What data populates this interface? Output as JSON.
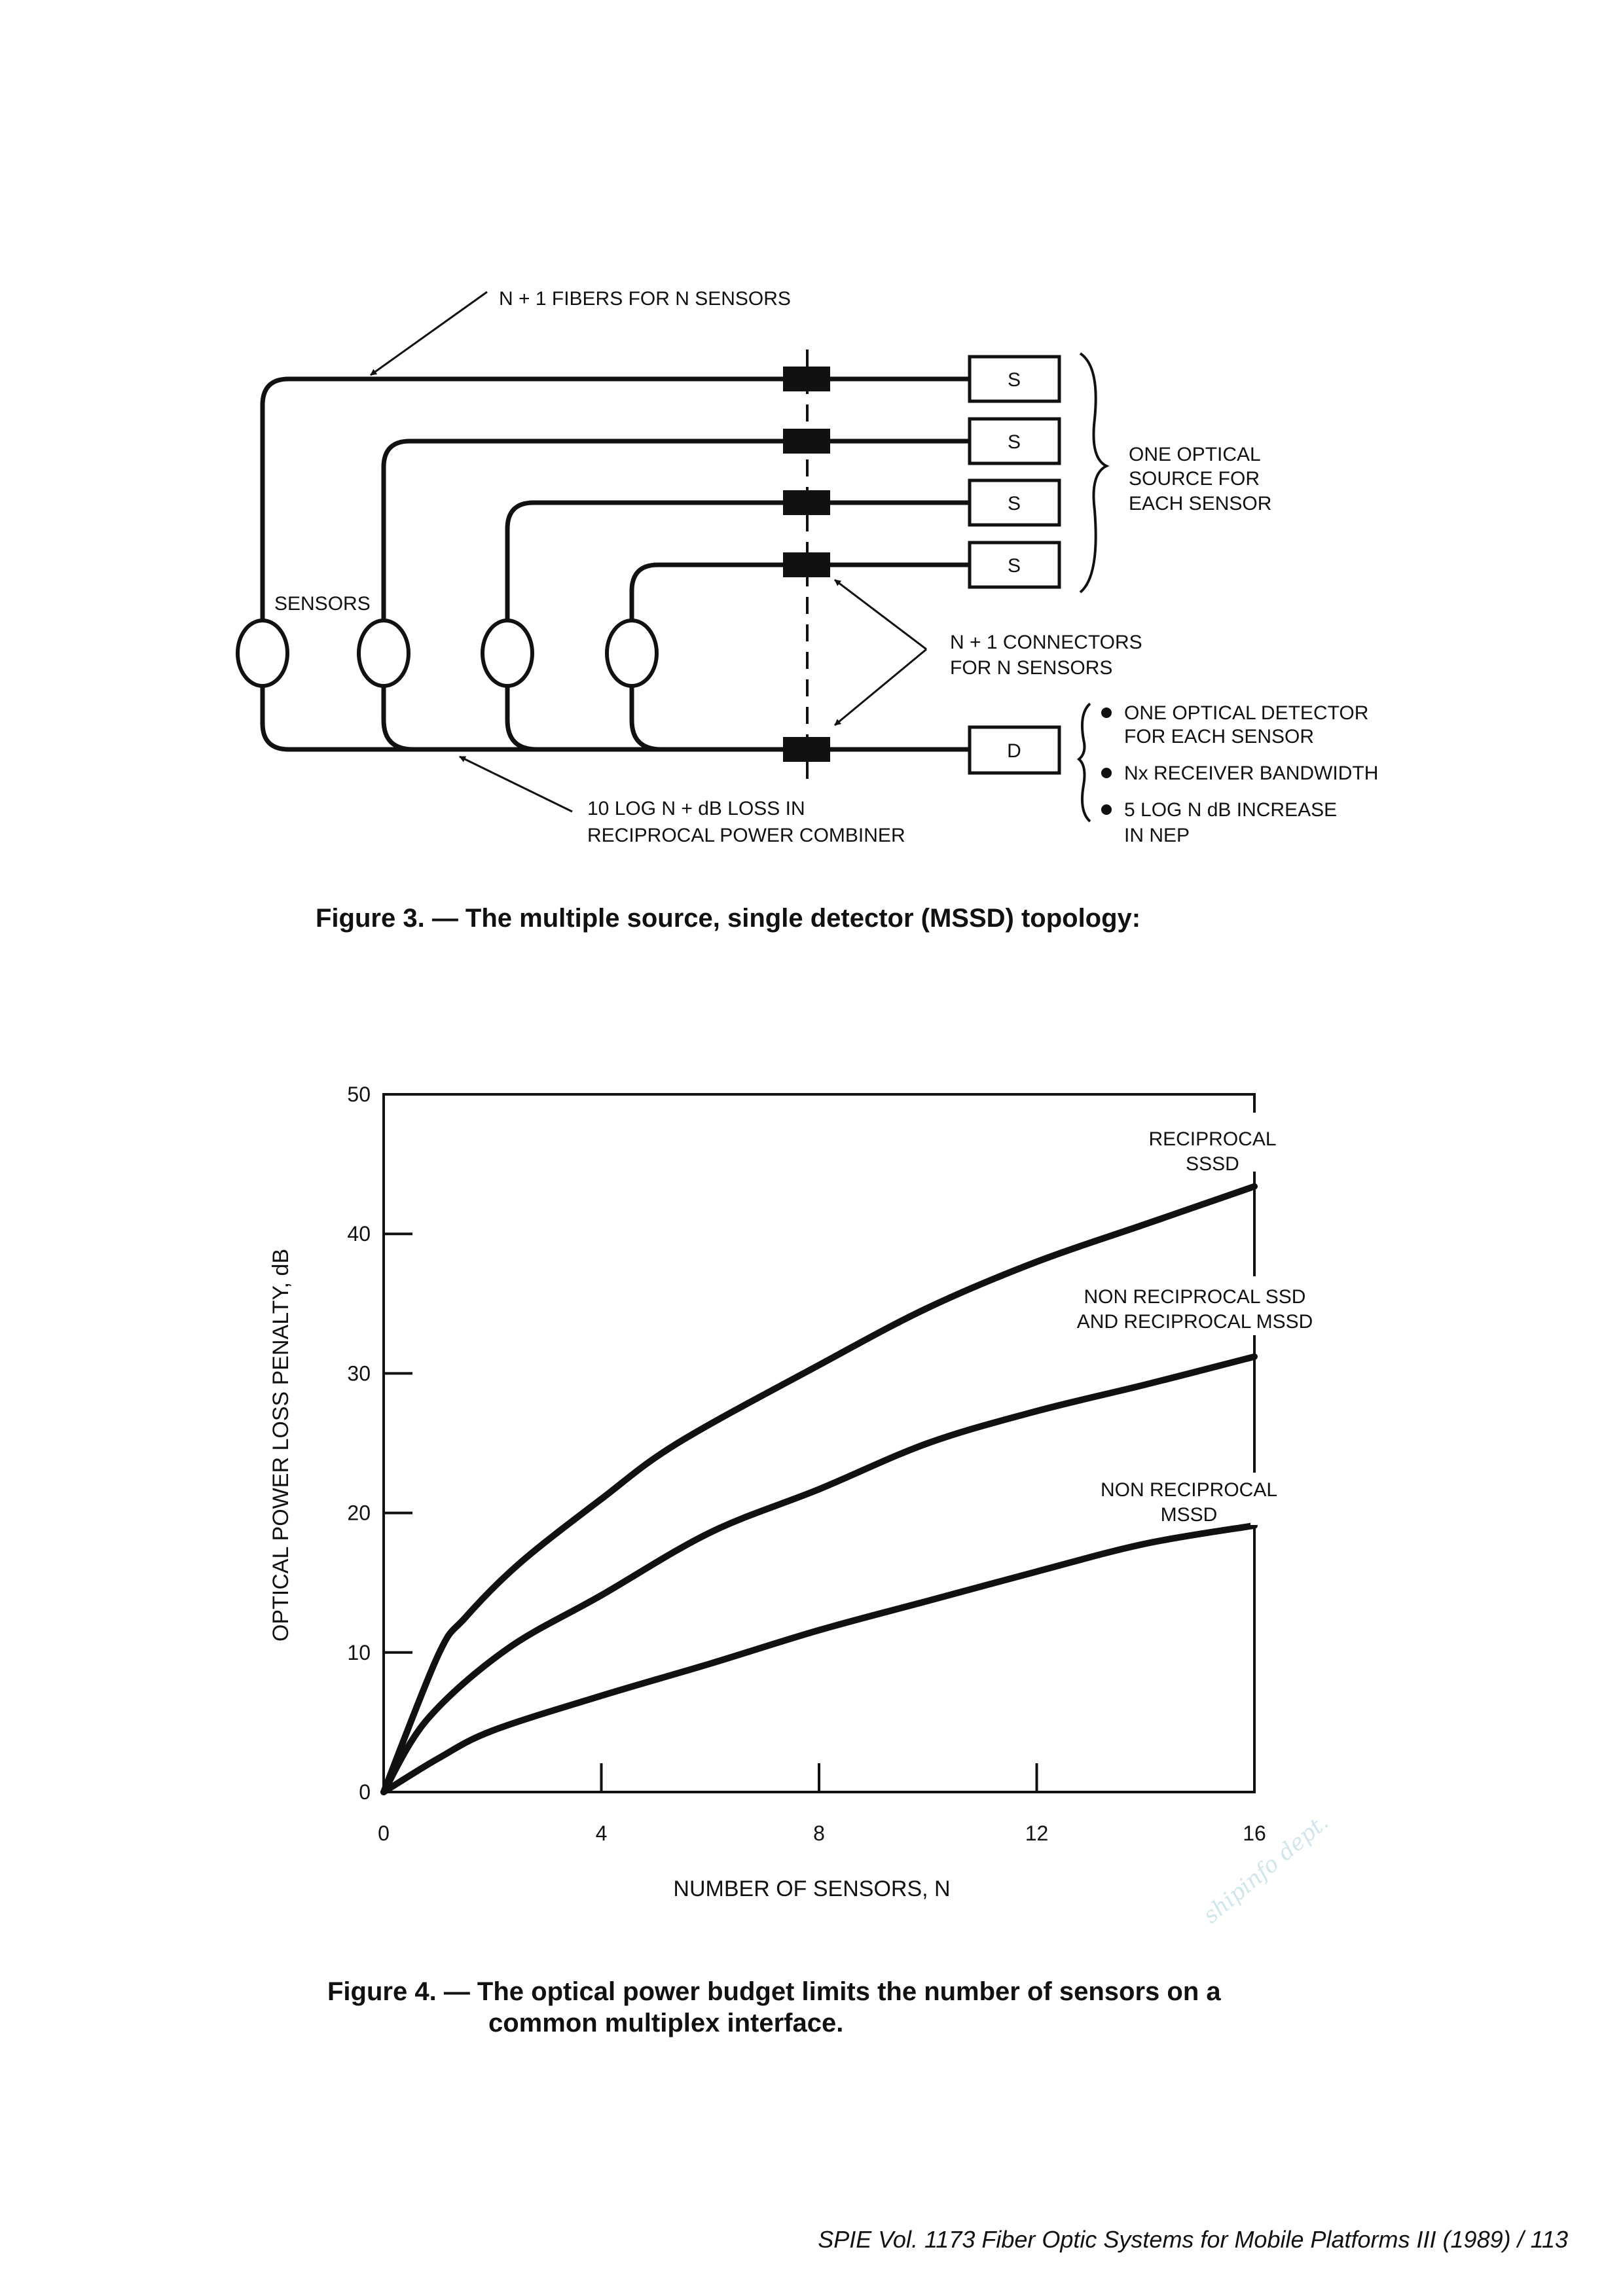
{
  "figure3": {
    "fibers_label": "N + 1 FIBERS FOR N SENSORS",
    "sensors_label": "SENSORS",
    "source_box_label": "S",
    "detector_box_label": "D",
    "source_note": [
      "ONE OPTICAL",
      "SOURCE FOR",
      "EACH SENSOR"
    ],
    "connectors_note": [
      "N + 1 CONNECTORS",
      "FOR N SENSORS"
    ],
    "detector_notes": [
      "ONE OPTICAL DETECTOR",
      "FOR EACH SENSOR",
      "Nx RECEIVER BANDWIDTH",
      "5 LOG N dB INCREASE",
      "IN NEP"
    ],
    "combiner_note": [
      "10 LOG N + dB LOSS IN",
      "RECIPROCAL POWER COMBINER"
    ],
    "caption": "Figure 3.  — The multiple source, single detector (MSSD) topology:"
  },
  "chart_data": {
    "type": "line",
    "title": "",
    "xlabel": "NUMBER OF SENSORS, N",
    "ylabel": "OPTICAL POWER LOSS PENALTY, dB",
    "xlim": [
      0,
      16
    ],
    "ylim": [
      0,
      50
    ],
    "xticks": [
      "0",
      "4",
      "8",
      "12",
      "16"
    ],
    "yticks": [
      "0",
      "10",
      "20",
      "30",
      "40",
      "50"
    ],
    "grid": false,
    "series": [
      {
        "name": "RECIPROCAL SSSD",
        "label_lines": [
          "RECIPROCAL",
          "SSSD"
        ],
        "x": [
          0,
          1,
          1.5,
          2.5,
          4,
          5.4,
          8,
          10,
          12,
          14,
          16
        ],
        "y": [
          0,
          9.8,
          12.5,
          16.4,
          21,
          25,
          30.6,
          34.7,
          38,
          40.7,
          43.4
        ]
      },
      {
        "name": "NON RECIPROCAL SSD AND RECIPROCAL MSSD",
        "label_lines": [
          "NON RECIPROCAL SSD",
          "AND RECIPROCAL MSSD"
        ],
        "x": [
          0,
          0.8,
          2.25,
          4,
          6,
          8,
          10,
          12,
          14,
          16
        ],
        "y": [
          0,
          5.2,
          10.2,
          14.1,
          18.6,
          21.7,
          25,
          27.3,
          29.2,
          31.2
        ]
      },
      {
        "name": "NON RECIPROCAL MSSD",
        "label_lines": [
          "NON RECIPROCAL",
          "MSSD"
        ],
        "x": [
          0,
          1,
          2,
          4,
          6,
          8,
          10,
          12,
          14,
          16
        ],
        "y": [
          0,
          2.4,
          4.4,
          6.9,
          9.2,
          11.6,
          13.7,
          15.8,
          17.8,
          19.1
        ]
      }
    ]
  },
  "figure4": {
    "caption_lines": [
      "Figure 4.  — The optical power budget limits the number of sensors on a",
      "common multiplex interface."
    ]
  },
  "watermark": "shipinfo dept.",
  "footer": "SPIE Vol. 1173 Fiber Optic Systems for Mobile Platforms III (1989) /  113"
}
